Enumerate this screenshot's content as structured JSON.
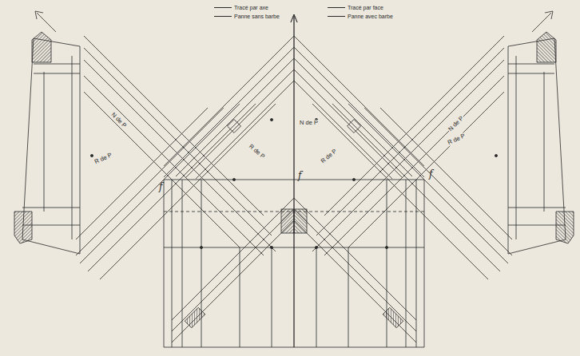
{
  "diagram": {
    "labels": [
      "N de P",
      "R de P",
      "R de P",
      "N de P",
      "R de P",
      "N de P",
      "R de P",
      "f",
      "f",
      "f"
    ],
    "legend": [
      {
        "text": "Tracé par axe"
      },
      {
        "text": "Panne sans barbe"
      },
      {
        "text": "Tracé par face"
      },
      {
        "text": "Panne avec barbe"
      }
    ]
  }
}
